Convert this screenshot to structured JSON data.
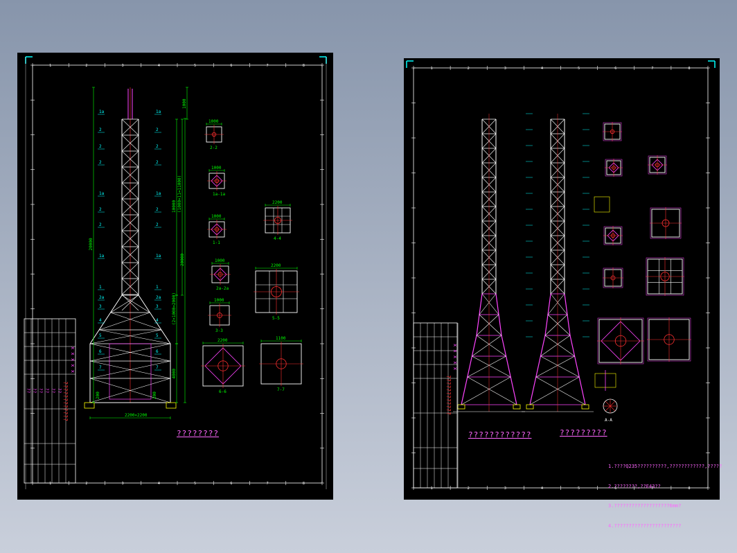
{
  "left_sheet": {
    "title": "????????",
    "tick_numbers": [
      "1",
      "2",
      "3",
      "4",
      "5",
      "6",
      "7",
      "8"
    ],
    "dim_labels": {
      "total_height": "20000",
      "top": "1000",
      "upper_span": "10000",
      "upper_span2": "(1000×11=11000)",
      "base_span": "(2×1000=2000)",
      "lower": "4000",
      "foot_left": "200",
      "foot_right": "200",
      "foot_mid": "2000",
      "base_width": "2200×2200",
      "side_total": "20000"
    },
    "section_labels": [
      "2-2",
      "1a-1a",
      "1-1",
      "2a-2a",
      "3-3",
      "4-4",
      "5-5",
      "6-6",
      "7-7"
    ],
    "section_dims": [
      "1000",
      "1000",
      "1000",
      "1000",
      "1000",
      "2200",
      "2200",
      "2200",
      "1100"
    ],
    "level_marks_left": [
      "1a",
      "2",
      "2",
      "2",
      "1a",
      "2",
      "2",
      "1a",
      "1",
      "2a",
      "3",
      "4",
      "5",
      "6",
      "7"
    ],
    "level_marks_right": [
      "1a",
      "2",
      "2",
      "2",
      "1a",
      "2",
      "2",
      "1a",
      "1",
      "2a",
      "3",
      "4",
      "5",
      "6",
      "7"
    ],
    "title_block": {
      "company": "????????????",
      "project": "x x x x x",
      "rows": [
        "??",
        "??",
        "??",
        "??",
        "??",
        "??"
      ]
    }
  },
  "right_sheet": {
    "title_a": "????????????",
    "title_b": "?????????",
    "detail_label": "A-A",
    "notes": [
      "1.????Q235??????????,????????????,?????",
      "2.????????,??E43??",
      "3.???????????????????6mm?",
      "4.???????????????????????"
    ],
    "title_block": {
      "company": "????????????",
      "project": "x x x x x"
    }
  },
  "colors": {
    "background_top": "#8795ab",
    "canvas": "#000000",
    "line_white": "#ffffff",
    "line_green": "#00ff00",
    "line_cyan": "#00ffff",
    "line_magenta": "#ff44ff",
    "line_red": "#ff3030",
    "line_yellow": "#ffff00"
  }
}
